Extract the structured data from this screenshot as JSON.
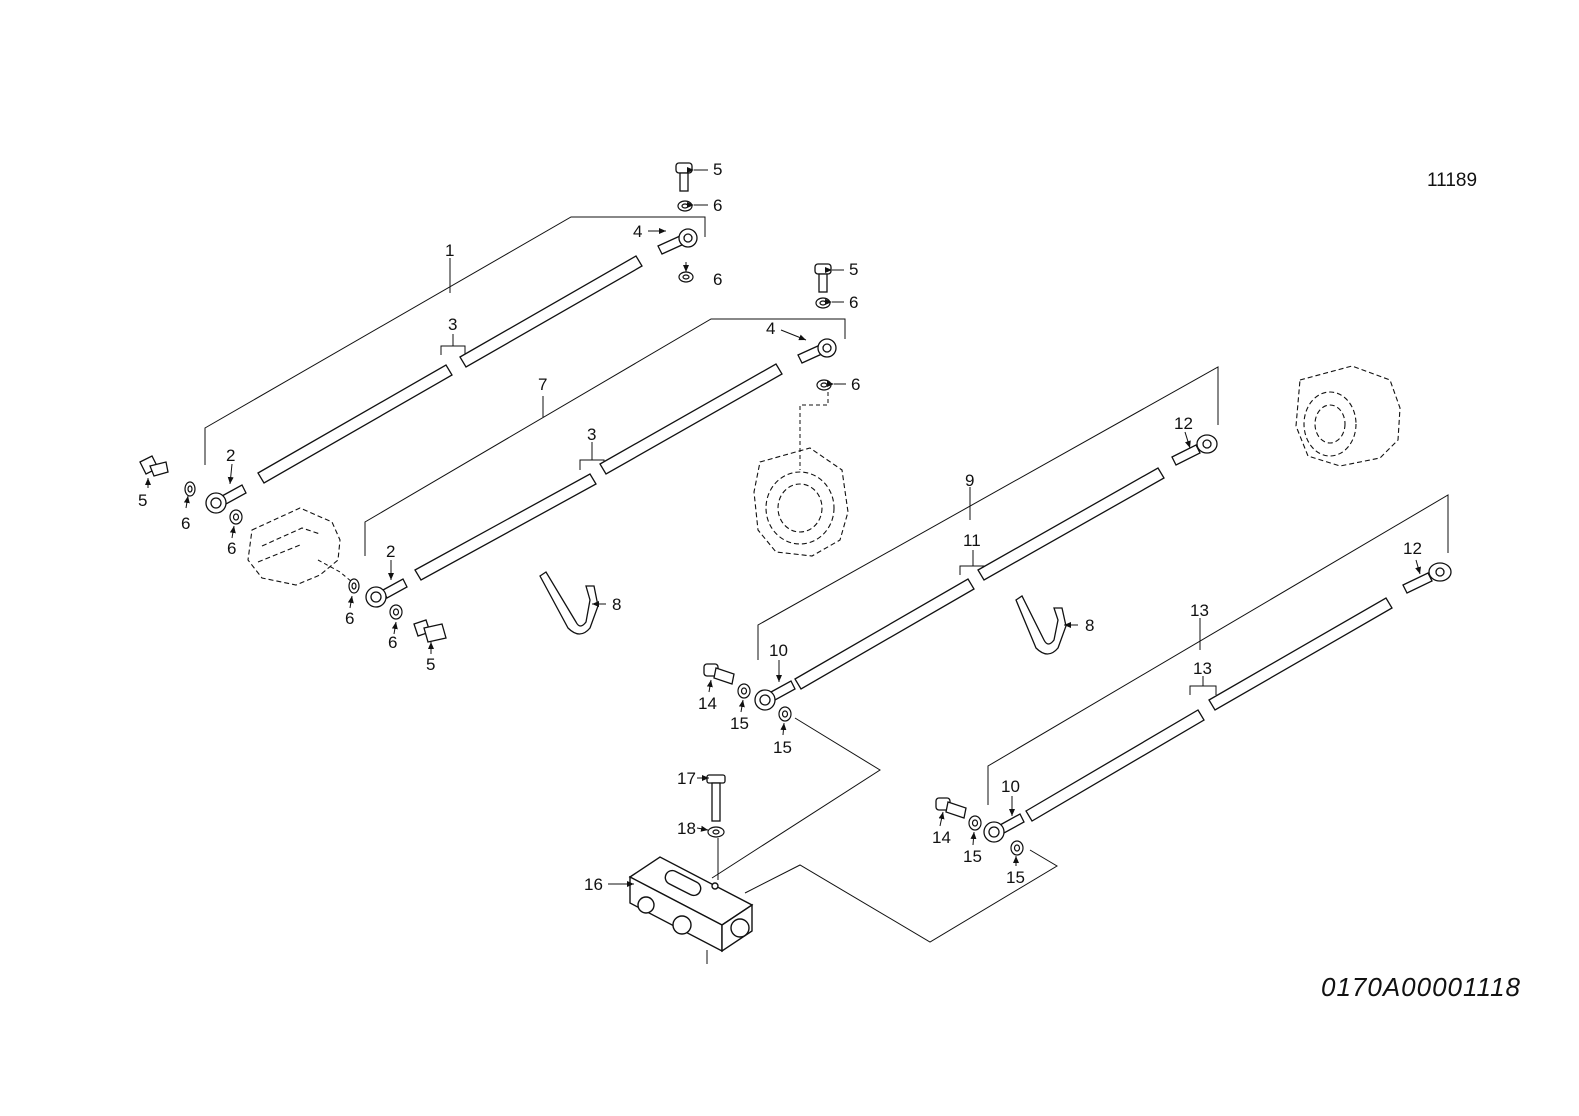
{
  "drawing_ref": "11189",
  "doc_code": "0170A00001118",
  "callouts": {
    "c_1": "1",
    "c_2a": "2",
    "c_2b": "2",
    "c_3a": "3",
    "c_3b": "3",
    "c_4a": "4",
    "c_4b": "4",
    "c_5a": "5",
    "c_5b": "5",
    "c_5c": "5",
    "c_5d": "5",
    "c_6a": "6",
    "c_6b": "6",
    "c_6c": "6",
    "c_6d": "6",
    "c_6e": "6",
    "c_6f": "6",
    "c_6g": "6",
    "c_6h": "6",
    "c_7": "7",
    "c_8a": "8",
    "c_8b": "8",
    "c_9": "9",
    "c_10a": "10",
    "c_10b": "10",
    "c_11": "11",
    "c_12a": "12",
    "c_12b": "12",
    "c_13a": "13",
    "c_13b": "13",
    "c_14a": "14",
    "c_14b": "14",
    "c_15a": "15",
    "c_15b": "15",
    "c_15c": "15",
    "c_15d": "15",
    "c_16": "16",
    "c_17": "17",
    "c_18": "18"
  }
}
